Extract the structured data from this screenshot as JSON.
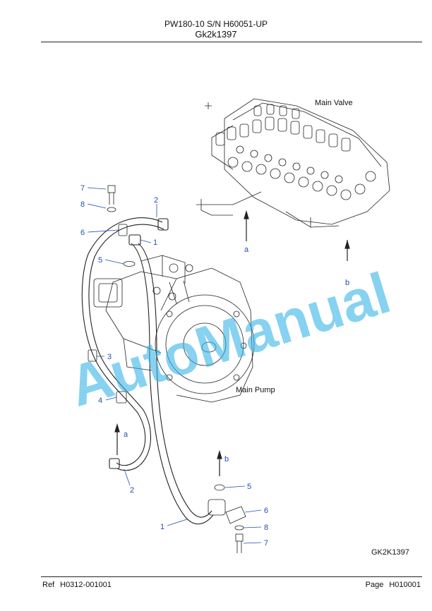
{
  "header": {
    "model_line": "PW180-10 S/N H60051-UP",
    "figure_code": "Gk2k1397"
  },
  "drawing": {
    "labels": {
      "main_valve": "Main Valve",
      "main_pump": "Main Pump",
      "drawing_code": "GK2K1397",
      "ref_a_top": "a",
      "ref_b_top": "b",
      "ref_a_bottom": "a",
      "ref_b_bottom": "b"
    },
    "callouts": {
      "c7_top": "7",
      "c8_top": "8",
      "c2_top": "2",
      "c6_top": "6",
      "c1_top": "1",
      "c5_top": "5",
      "c3": "3",
      "c4": "4",
      "c2_bottom": "2",
      "c5_bottom": "5",
      "c6_bottom": "6",
      "c1_bottom": "1",
      "c8_bottom": "8",
      "c7_bottom": "7"
    },
    "watermark": "AutoManual"
  },
  "footer": {
    "ref_label": "Ref",
    "ref_value": "H0312-001001",
    "page_label": "Page",
    "page_value": "H010001"
  },
  "colors": {
    "callout_number": "#1f4fb0",
    "watermark": "#35b4e6",
    "line_art": "#222222"
  }
}
